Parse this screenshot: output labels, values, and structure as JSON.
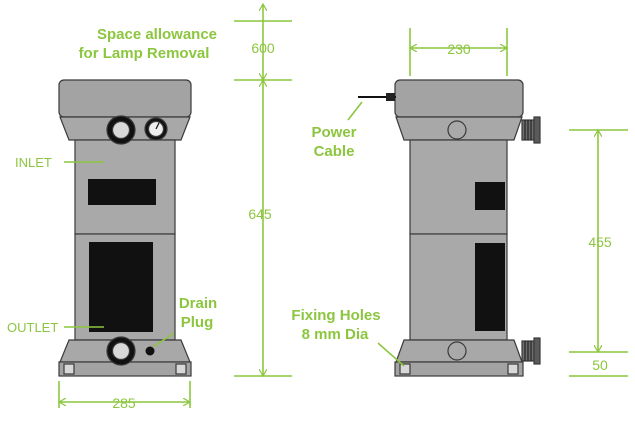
{
  "labels": {
    "space_allowance_line1": "Space allowance",
    "space_allowance_line2": "for Lamp Removal",
    "inlet": "INLET",
    "outlet": "OUTLET",
    "drain_line1": "Drain",
    "drain_line2": "Plug",
    "power_line1": "Power",
    "power_line2": "Cable",
    "fixing_line1": "Fixing Holes",
    "fixing_line2": "8 mm Dia"
  },
  "dimensions": {
    "lamp_clearance": "600",
    "unit_height": "645",
    "front_width": "285",
    "side_width": "230",
    "inlet_outlet_spacing": "455",
    "outlet_height": "50"
  },
  "colors": {
    "accent": "#8cc63f",
    "body": "#a9a9a9",
    "cap": "#a3a3a3",
    "outline": "#3a3a3a",
    "dark": "#111111"
  }
}
